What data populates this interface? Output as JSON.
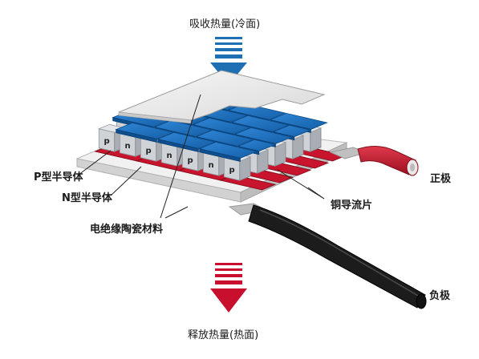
{
  "labels": {
    "absorb_heat": "吸收热量(冷面)",
    "release_heat": "释放热量(热面)",
    "p_semiconductor": "P型半导体",
    "n_semiconductor": "N型半导体",
    "ceramic_insulator": "电绝缘陶瓷材料",
    "copper_strip": "铜导流片",
    "positive_pole": "正极",
    "negative_pole": "负极"
  },
  "element_letters": {
    "p": "p",
    "n": "n"
  },
  "colors": {
    "cold_arrow": "#1f6fb5",
    "hot_arrow": "#c8102e",
    "copper_strip": "#1e73c4",
    "semiconductor_block": "#cfd2d6",
    "solder": "#c8142c",
    "ceramic": "#eeeeee",
    "positive_wire": "#c8142c",
    "negative_wire": "#1a1a1a"
  }
}
